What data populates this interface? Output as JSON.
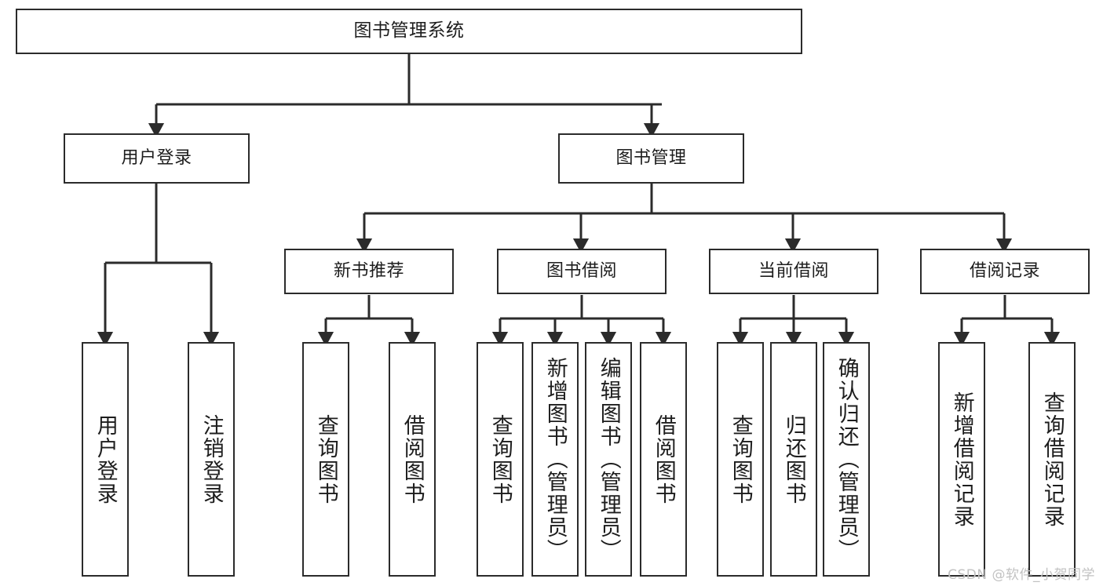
{
  "diagram": {
    "title": "图书管理系统",
    "type": "tree",
    "watermark": "CSDN @软件_小贺同学",
    "colors": {
      "box_border": "#2b2b2b",
      "box_fill": "#ffffff",
      "edge": "#2b2b2b",
      "text": "#1d1d1d",
      "watermark": "#c2c2c2",
      "background": "#ffffff"
    },
    "levels": {
      "root": "图书管理系统",
      "level2": [
        "用户登录",
        "图书管理"
      ],
      "level3": [
        "新书推荐",
        "图书借阅",
        "当前借阅",
        "借阅记录"
      ]
    },
    "nodes": {
      "root": {
        "label": "图书管理系统"
      },
      "user_login": {
        "label": "用户登录"
      },
      "book_manage": {
        "label": "图书管理"
      },
      "new_book_rec": {
        "label": "新书推荐"
      },
      "book_borrow": {
        "label": "图书借阅"
      },
      "current_borrow": {
        "label": "当前借阅"
      },
      "borrow_record": {
        "label": "借阅记录"
      },
      "leaf_user_login": {
        "label": "用户登录"
      },
      "leaf_logout": {
        "label": "注销登录"
      },
      "leaf_query_book_1": {
        "label": "查询图书"
      },
      "leaf_borrow_book_1": {
        "label": "借阅图书"
      },
      "leaf_query_book_2": {
        "label": "查询图书"
      },
      "leaf_add_book": {
        "label": "新增图书（管理员）"
      },
      "leaf_edit_book": {
        "label": "编辑图书（管理员）"
      },
      "leaf_borrow_book_2": {
        "label": "借阅图书"
      },
      "leaf_query_book_3": {
        "label": "查询图书"
      },
      "leaf_return_book": {
        "label": "归还图书"
      },
      "leaf_confirm_return": {
        "label": "确认归还（管理员）"
      },
      "leaf_add_record": {
        "label": "新增借阅记录"
      },
      "leaf_query_record": {
        "label": "查询借阅记录"
      }
    },
    "edges": [
      {
        "from": "root",
        "to": "用户登录"
      },
      {
        "from": "root",
        "to": "图书管理"
      },
      {
        "from": "用户登录",
        "to": "用户登录(叶)"
      },
      {
        "from": "用户登录",
        "to": "注销登录"
      },
      {
        "from": "图书管理",
        "to": "新书推荐"
      },
      {
        "from": "图书管理",
        "to": "图书借阅"
      },
      {
        "from": "图书管理",
        "to": "当前借阅"
      },
      {
        "from": "图书管理",
        "to": "借阅记录"
      },
      {
        "from": "新书推荐",
        "to": "查询图书"
      },
      {
        "from": "新书推荐",
        "to": "借阅图书"
      },
      {
        "from": "图书借阅",
        "to": "查询图书"
      },
      {
        "from": "图书借阅",
        "to": "新增图书（管理员）"
      },
      {
        "from": "图书借阅",
        "to": "编辑图书（管理员）"
      },
      {
        "from": "图书借阅",
        "to": "借阅图书"
      },
      {
        "from": "当前借阅",
        "to": "查询图书"
      },
      {
        "from": "当前借阅",
        "to": "归还图书"
      },
      {
        "from": "当前借阅",
        "to": "确认归还（管理员）"
      },
      {
        "from": "借阅记录",
        "to": "新增借阅记录"
      },
      {
        "from": "借阅记录",
        "to": "查询借阅记录"
      }
    ]
  }
}
